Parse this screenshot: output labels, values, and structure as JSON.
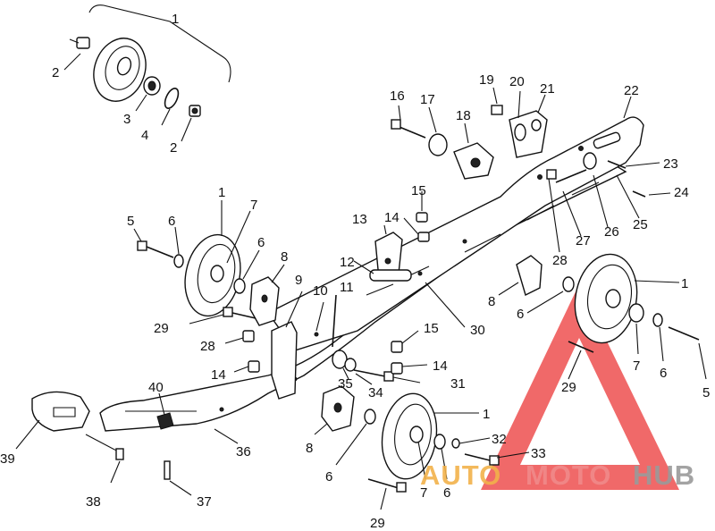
{
  "callouts": {
    "c1_top": "1",
    "c2_topleft": "2",
    "c3": "3",
    "c4": "4",
    "c2_topright": "2",
    "c16": "16",
    "c17": "17",
    "c18": "18",
    "c19": "19",
    "c20": "20",
    "c21": "21",
    "c22": "22",
    "c23": "23",
    "c24": "24",
    "c25": "25",
    "c26": "26",
    "c27": "27",
    "c28_right": "28",
    "c15_top": "15",
    "c14_top": "14",
    "c13": "13",
    "c12": "12",
    "c30": "30",
    "c1_left": "1",
    "c7_left": "7",
    "c5_left": "5",
    "c6_left": "6",
    "c6_left2": "6",
    "c8_left": "8",
    "c9": "9",
    "c10": "10",
    "c11": "11",
    "c29_left": "29",
    "c28_left": "28",
    "c14_left": "14",
    "c15_mid": "15",
    "c14_mid": "14",
    "c35": "35",
    "c34": "34",
    "c31": "31",
    "c8_right": "8",
    "c6_right": "6",
    "c1_right": "1",
    "c7_right": "7",
    "c6_right2": "6",
    "c5_right": "5",
    "c29_right": "29",
    "c40": "40",
    "c39": "39",
    "c36": "36",
    "c38": "38",
    "c37": "37",
    "c8_bottom": "8",
    "c6_bottom": "6",
    "c1_bottom": "1",
    "c32": "32",
    "c33": "33",
    "c7_bottom": "7",
    "c6_bottom2": "6",
    "c29_bottom": "29"
  },
  "watermark": {
    "text_auto": "AUTO",
    "text_moto": "MOTO",
    "text_hub": "HUB",
    "color_auto": "#f2b24b",
    "color_moto": "#f08a8a",
    "color_hub": "#9a9a9a",
    "color_triangle": "#ee5050"
  }
}
